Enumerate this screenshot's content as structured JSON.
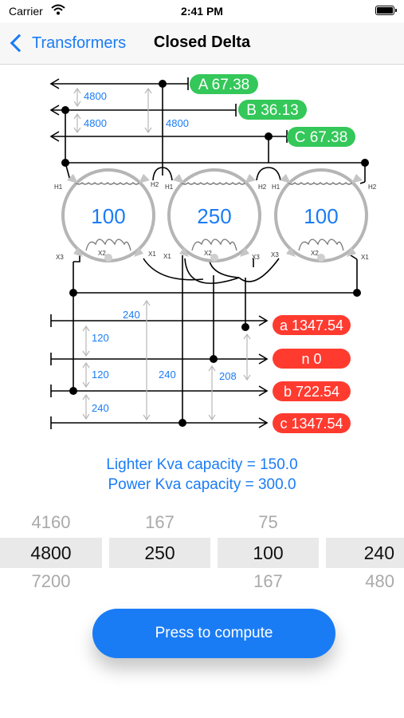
{
  "status": {
    "carrier": "Carrier",
    "time": "2:41 PM"
  },
  "nav": {
    "back_label": "Transformers",
    "title": "Closed Delta"
  },
  "diagram": {
    "primary": [
      {
        "label": "A 67.38",
        "color": "#34c759"
      },
      {
        "label": "B 36.13",
        "color": "#34c759"
      },
      {
        "label": "C 67.38",
        "color": "#34c759"
      }
    ],
    "primary_dims": [
      "4800",
      "4800",
      "4800"
    ],
    "transformers": [
      "100",
      "250",
      "100"
    ],
    "terminals": {
      "h1": "H1",
      "h2": "H2",
      "x1": "X1",
      "x2": "X2",
      "x3": "X3"
    },
    "secondary": [
      {
        "label": "a 1347.54",
        "color": "#ff3b30"
      },
      {
        "label": "n 0",
        "color": "#ff3b30"
      },
      {
        "label": "b 722.54",
        "color": "#ff3b30"
      },
      {
        "label": "c 1347.54",
        "color": "#ff3b30"
      }
    ],
    "secondary_dims": {
      "top": "240",
      "mid": "240",
      "right": "208",
      "s1": "120",
      "s2": "120",
      "s3": "240"
    },
    "accent": "#1a7cf5"
  },
  "results": {
    "lighter": "Lighter Kva capacity = 150.0",
    "power": "Power Kva capacity = 300.0"
  },
  "pickers": [
    {
      "above": "4160",
      "selected": "4800",
      "below": "7200"
    },
    {
      "above": "167",
      "selected": "250",
      "below": ""
    },
    {
      "above": "75",
      "selected": "100",
      "below": "167"
    },
    {
      "above": "",
      "selected": "240",
      "below": "480"
    }
  ],
  "compute_button": "Press to compute"
}
